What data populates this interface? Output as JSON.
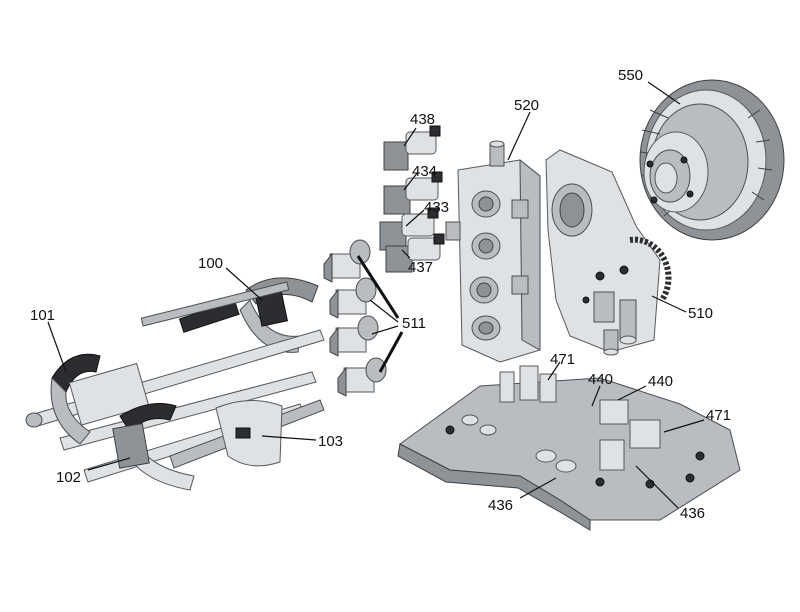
{
  "callouts": {
    "c100": "100",
    "c101": "101",
    "c102": "102",
    "c103": "103",
    "c433": "433",
    "c434": "434",
    "c436a": "436",
    "c436b": "436",
    "c437": "437",
    "c438": "438",
    "c440a": "440",
    "c440b": "440",
    "c471a": "471",
    "c471b": "471",
    "c510": "510",
    "c511": "511",
    "c520": "520",
    "c550": "550"
  },
  "colors": {
    "background": "#ffffff",
    "metal_light": "#dfe2e4",
    "metal_mid": "#b9bdc1",
    "metal_dark": "#8e9397",
    "black_parts": "#2b2d30"
  }
}
